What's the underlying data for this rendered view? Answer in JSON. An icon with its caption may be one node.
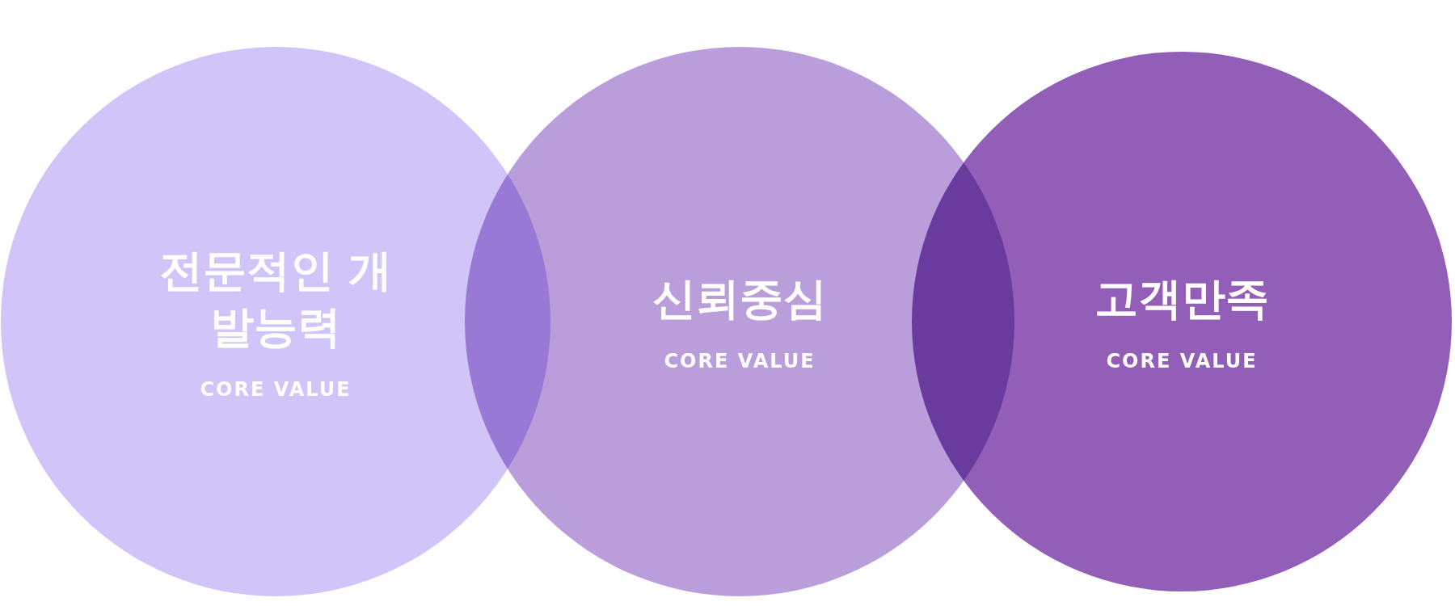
{
  "diagram": {
    "nodes": [
      {
        "text": [
          "전문적인 개발능력",
          "CORE VALUE"
        ]
      },
      {
        "text": [
          "신뢰중심",
          "CORE VALUE"
        ]
      },
      {
        "text": [
          "고객만족",
          "CORE VALUE"
        ]
      }
    ]
  }
}
